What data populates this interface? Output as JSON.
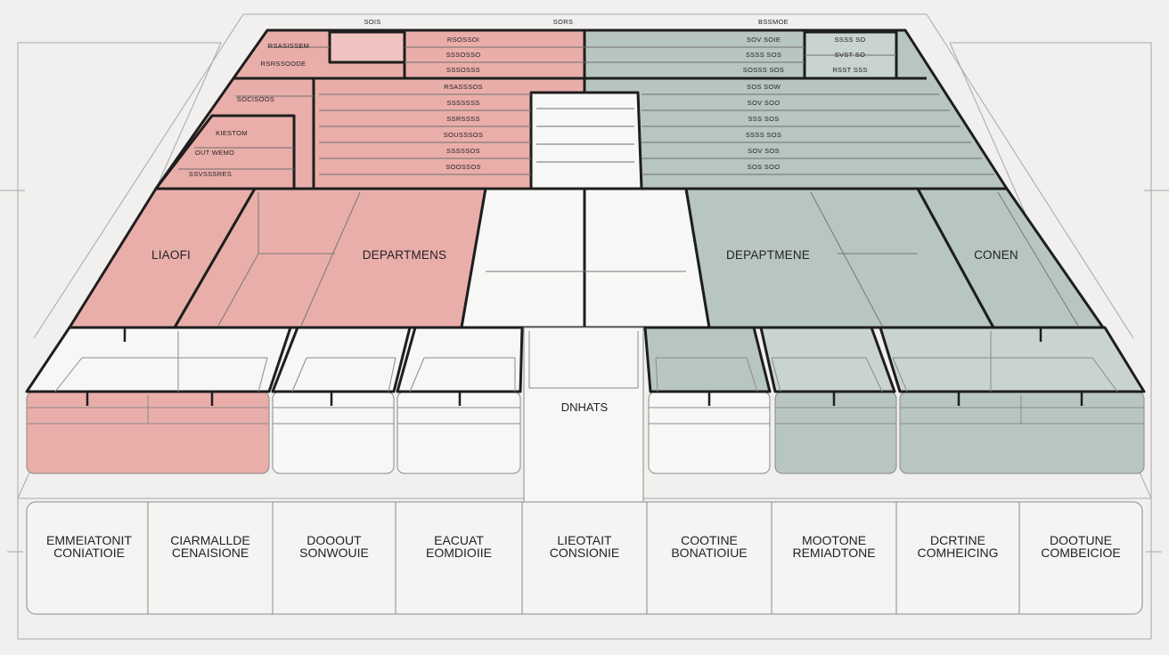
{
  "colors": {
    "background": "#f1f0ee",
    "pink": "#eaaeaa",
    "pink_light": "#f0c3c0",
    "sage": "#b8c6c0",
    "sage_light": "#c9d4cf",
    "white_box": "#f7f7f5",
    "stroke": "#1e1e1e",
    "thin": "#8a8a8a"
  },
  "top_headers": [
    "SOIS",
    "SORS",
    "BSSMOE"
  ],
  "left_top_labels": [
    "RSASISSEM",
    "RSRSSOODE"
  ],
  "left_mid_labels": [
    "SOCISOOS",
    "KIESTOM",
    "OUT WEMO",
    "SSVSSSRES"
  ],
  "pink_rows_top": [
    "RSOSSOI",
    "SSSOSSO",
    "SSSOSSS"
  ],
  "pink_rows_mid": [
    "RSASSSOS",
    "SSSSSSS",
    "SSRSSSS",
    "SOUSSSOS",
    "SSSSSOS",
    "SOOSSOS"
  ],
  "sage_rows_top": [
    "SOV SOIE",
    "SSSS SOS",
    "SOSSS SOS"
  ],
  "sage_right_labels": [
    "SSSS SO",
    "SVST SO",
    "RSST SSS"
  ],
  "sage_rows_mid": [
    "SOS SOW",
    "SOV SOO",
    "SSS SOS",
    "SSSS SOS",
    "SOV SOS",
    "SOS SOO"
  ],
  "dept_labels": [
    "LIAOFI",
    "DEPARTMENS",
    "DEPAPTMENE",
    "CONEN"
  ],
  "center_label": "DNHATS",
  "bottom_cells": [
    [
      "EMMEIATONIT",
      "CONIATIOIE"
    ],
    [
      "CIARMALLDE",
      "CENAISIONE"
    ],
    [
      "DOOOUT",
      "SONWOUIE"
    ],
    [
      "EACUAT",
      "EOMDIOIIE"
    ],
    [
      "LIEOTAIT",
      "CONSIONIE"
    ],
    [
      "COOTINE",
      "BONATIOIUE"
    ],
    [
      "MOOTONE",
      "REMIADTONE"
    ],
    [
      "DCRTINE",
      "COMHEICING"
    ],
    [
      "DOOTUNE",
      "COMBEICIOE"
    ]
  ]
}
